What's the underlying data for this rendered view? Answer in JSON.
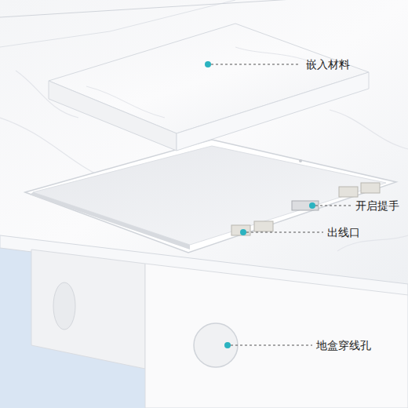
{
  "diagram": {
    "labels": [
      "嵌入材料",
      "开启提手",
      "出线口",
      "地盒穿线孔"
    ]
  }
}
